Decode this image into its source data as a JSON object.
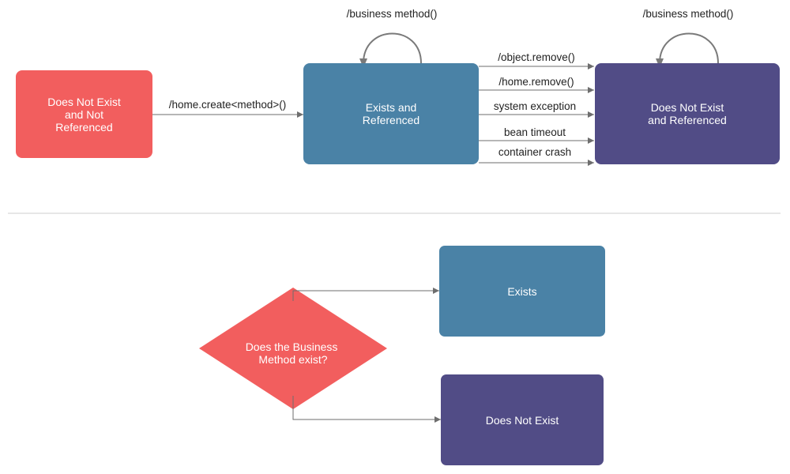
{
  "colors": {
    "red": "#f25e5e",
    "teal": "#4a82a6",
    "purple": "#514c86",
    "edge": "#6e6e6e",
    "loop": "#7a7a7a",
    "divider": "#cfcfcf"
  },
  "state_diagram": {
    "nodes": {
      "not_exist_not_ref": "Does Not Exist\nand Not\nReferenced",
      "exists_ref": "Exists and\nReferenced",
      "not_exist_ref": "Does Not Exist\nand Referenced"
    },
    "edges": {
      "create": "/home.create<method>()",
      "loop_left": "/business method()",
      "loop_right": "/business method()",
      "object_remove": "/object.remove()",
      "home_remove": "/home.remove()",
      "system_exception": "system exception",
      "bean_timeout": "bean timeout",
      "container_crash": "container crash"
    }
  },
  "flowchart": {
    "decision": "Does the Business\nMethod exist?",
    "exists": "Exists",
    "not_exists": "Does Not Exist"
  }
}
